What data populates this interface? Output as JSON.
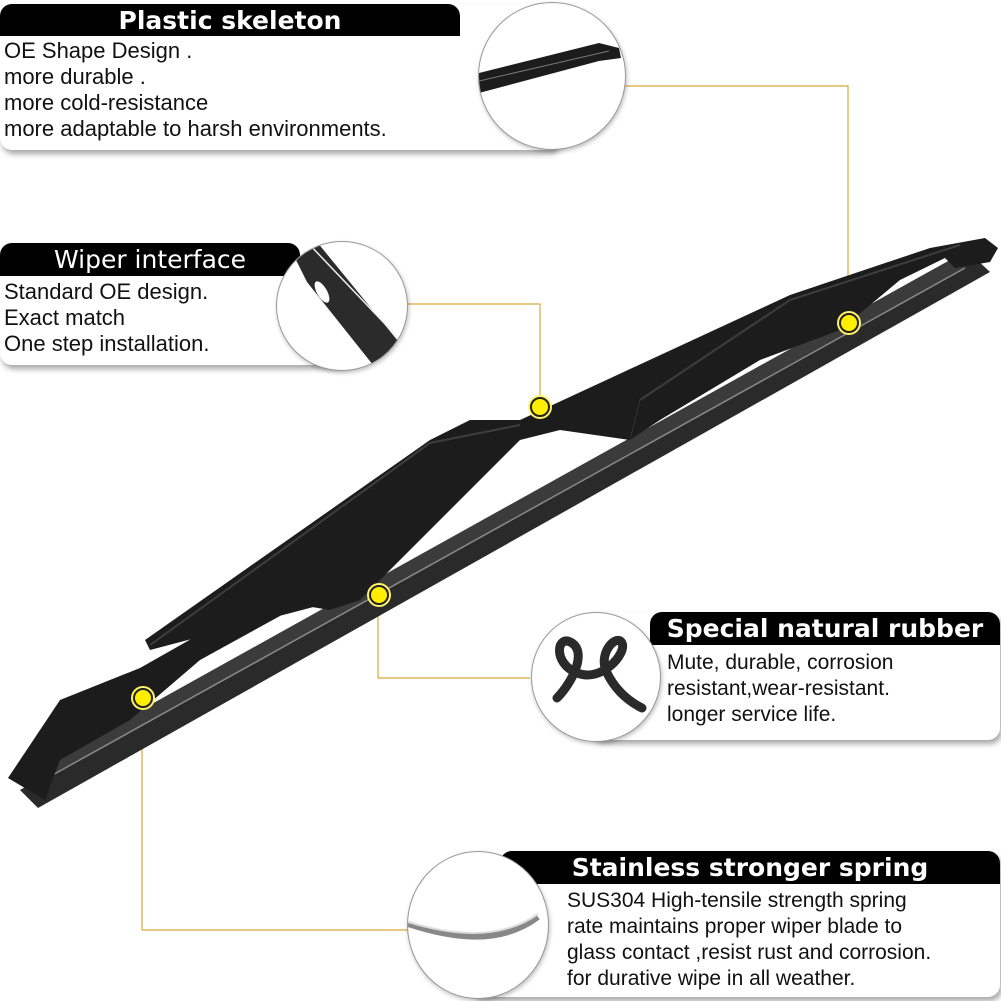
{
  "callouts": [
    {
      "title": "Plastic skeleton",
      "lines": [
        "OE Shape Design .",
        "more durable .",
        "more cold-resistance",
        "more adaptable to harsh environments."
      ]
    },
    {
      "title": "Wiper interface",
      "lines": [
        "Standard OE design.",
        "Exact match",
        "One step installation."
      ]
    },
    {
      "title": "Special natural rubber",
      "lines": [
        "Mute, durable, corrosion",
        "resistant,wear-resistant.",
        "longer service life."
      ]
    },
    {
      "title": "Stainless stronger spring",
      "lines": [
        "SUS304 High-tensile strength spring",
        "rate maintains proper wiper blade to",
        "glass contact ,resist rust and corrosion.",
        "for durative wipe in all weather."
      ]
    }
  ],
  "colors": {
    "title_bg": "#000000",
    "title_fg": "#ffffff",
    "marker": "#ffee00",
    "leader_line": "#d9a93a",
    "blade": "#1c1c1c"
  }
}
